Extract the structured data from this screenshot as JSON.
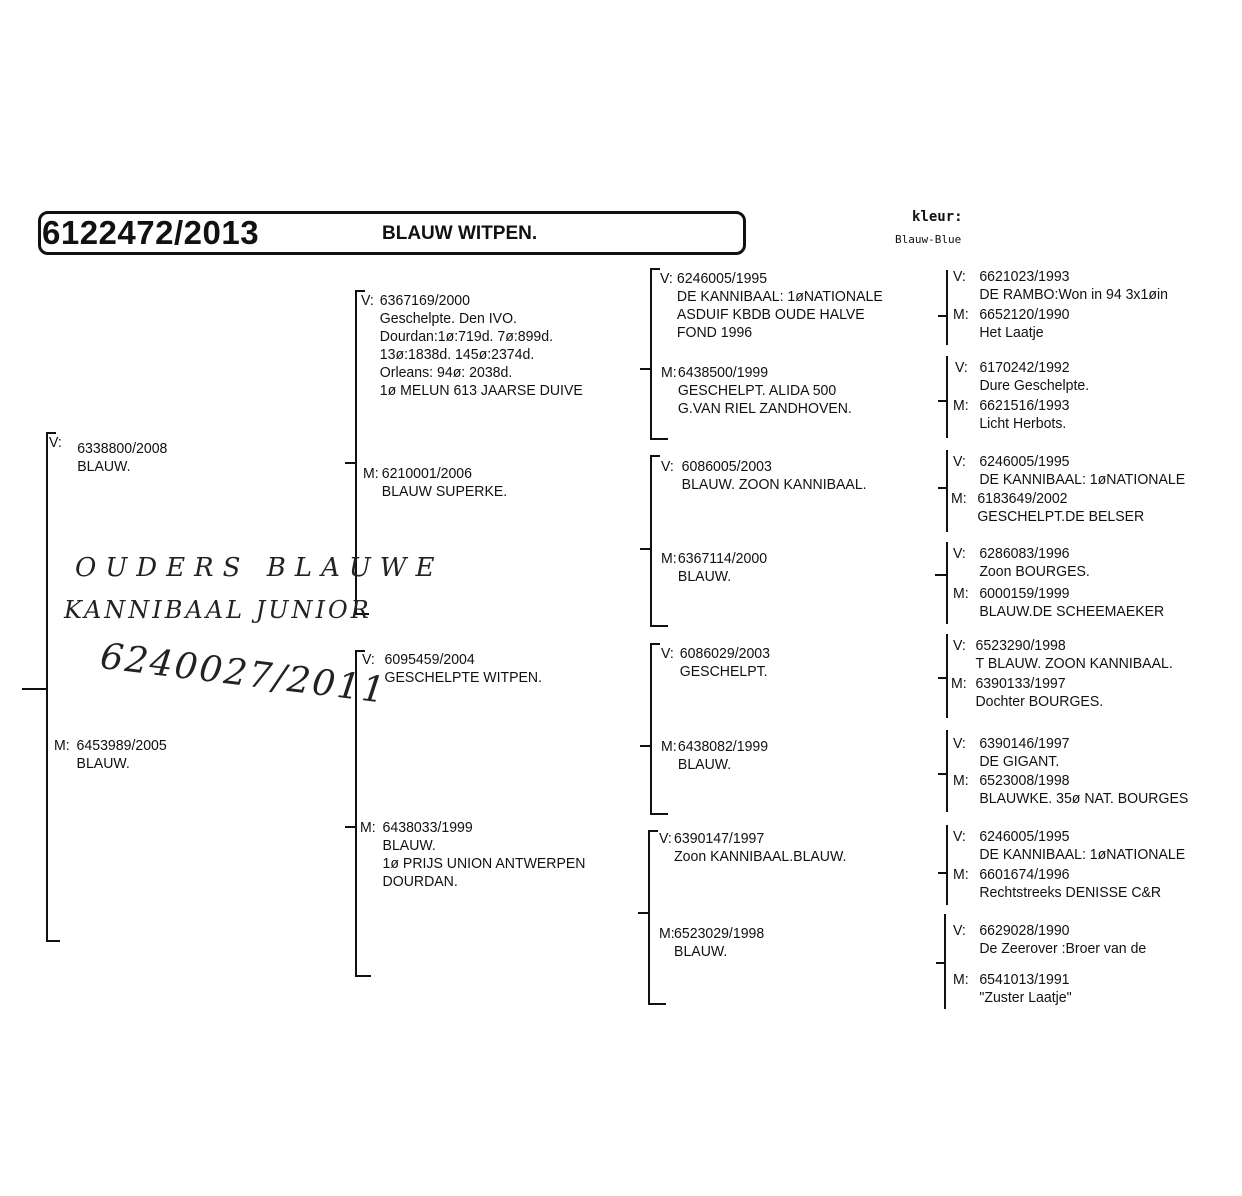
{
  "header": {
    "ring_number": "6122472/2013",
    "color_name": "BLAUW WITPEN.",
    "kleur_label": "kleur:",
    "kleur_value": "Blauw-Blue"
  },
  "handwritten_note": {
    "line1": "OUDERS BLAUWE",
    "line2": "KANNIBAAL JUNIOR",
    "line3": "6240027/2011"
  },
  "pedigree": {
    "parents": {
      "sire": {
        "prefix": "V:",
        "lines": [
          "6338800/2008",
          "BLAUW."
        ]
      },
      "dam": {
        "prefix": "M:",
        "lines": [
          "6453989/2005",
          "BLAUW."
        ]
      }
    },
    "grandparents": [
      {
        "prefix": "V:",
        "lines": [
          "6367169/2000",
          "Geschelpte. Den IVO.",
          "Dourdan:1ø:719d. 7ø:899d.",
          "13ø:1838d. 145ø:2374d.",
          "Orleans: 94ø: 2038d.",
          "1ø MELUN 613 JAARSE DUIVE"
        ]
      },
      {
        "prefix": "M:",
        "lines": [
          "6210001/2006",
          "BLAUW SUPERKE."
        ]
      },
      {
        "prefix": "V:",
        "lines": [
          "6095459/2004",
          "GESCHELPTE WITPEN."
        ]
      },
      {
        "prefix": "M:",
        "lines": [
          "6438033/1999",
          "BLAUW.",
          "1ø PRIJS UNION ANTWERPEN",
          "DOURDAN."
        ]
      }
    ],
    "great_grandparents": [
      {
        "prefix": "V:",
        "lines": [
          "6246005/1995",
          "DE KANNIBAAL: 1øNATIONALE",
          "ASDUIF KBDB OUDE HALVE",
          "FOND 1996"
        ]
      },
      {
        "prefix": "M:",
        "lines": [
          "6438500/1999",
          "GESCHELPT. ALIDA 500",
          "G.VAN RIEL ZANDHOVEN."
        ]
      },
      {
        "prefix": "V:",
        "lines": [
          "6086005/2003",
          "BLAUW. ZOON KANNIBAAL."
        ]
      },
      {
        "prefix": "M:",
        "lines": [
          "6367114/2000",
          "BLAUW."
        ]
      },
      {
        "prefix": "V:",
        "lines": [
          "6086029/2003",
          "GESCHELPT."
        ]
      },
      {
        "prefix": "M:",
        "lines": [
          "6438082/1999",
          "BLAUW."
        ]
      },
      {
        "prefix": "V:",
        "lines": [
          "6390147/1997",
          "Zoon KANNIBAAL.BLAUW."
        ]
      },
      {
        "prefix": "M:",
        "lines": [
          "6523029/1998",
          "BLAUW."
        ]
      }
    ],
    "great_great_grandparents": [
      {
        "prefix": "V:",
        "lines": [
          "6621023/1993",
          "DE RAMBO:Won in 94 3x1øin"
        ]
      },
      {
        "prefix": "M:",
        "lines": [
          "6652120/1990",
          "Het Laatje"
        ]
      },
      {
        "prefix": "V:",
        "lines": [
          "6170242/1992",
          "Dure Geschelpte."
        ]
      },
      {
        "prefix": "M:",
        "lines": [
          "6621516/1993",
          "Licht Herbots."
        ]
      },
      {
        "prefix": "V:",
        "lines": [
          "6246005/1995",
          "DE KANNIBAAL: 1øNATIONALE"
        ]
      },
      {
        "prefix": "M:",
        "lines": [
          "6183649/2002",
          "GESCHELPT.DE BELSER"
        ]
      },
      {
        "prefix": "V:",
        "lines": [
          "6286083/1996",
          "Zoon BOURGES."
        ]
      },
      {
        "prefix": "M:",
        "lines": [
          "6000159/1999",
          "BLAUW.DE SCHEEMAEKER"
        ]
      },
      {
        "prefix": "V:",
        "lines": [
          "6523290/1998",
          "T BLAUW. ZOON KANNIBAAL."
        ]
      },
      {
        "prefix": "M:",
        "lines": [
          "6390133/1997",
          "Dochter BOURGES."
        ]
      },
      {
        "prefix": "V:",
        "lines": [
          "6390146/1997",
          "DE GIGANT."
        ]
      },
      {
        "prefix": "M:",
        "lines": [
          "6523008/1998",
          "BLAUWKE. 35ø NAT. BOURGES"
        ]
      },
      {
        "prefix": "V:",
        "lines": [
          "6246005/1995",
          "DE KANNIBAAL: 1øNATIONALE"
        ]
      },
      {
        "prefix": "M:",
        "lines": [
          "6601674/1996",
          "Rechtstreeks DENISSE C&R"
        ]
      },
      {
        "prefix": "V:",
        "lines": [
          "6629028/1990",
          "De Zeerover :Broer van de"
        ]
      },
      {
        "prefix": "M:",
        "lines": [
          "6541013/1991",
          "\"Zuster Laatje\""
        ]
      }
    ]
  }
}
